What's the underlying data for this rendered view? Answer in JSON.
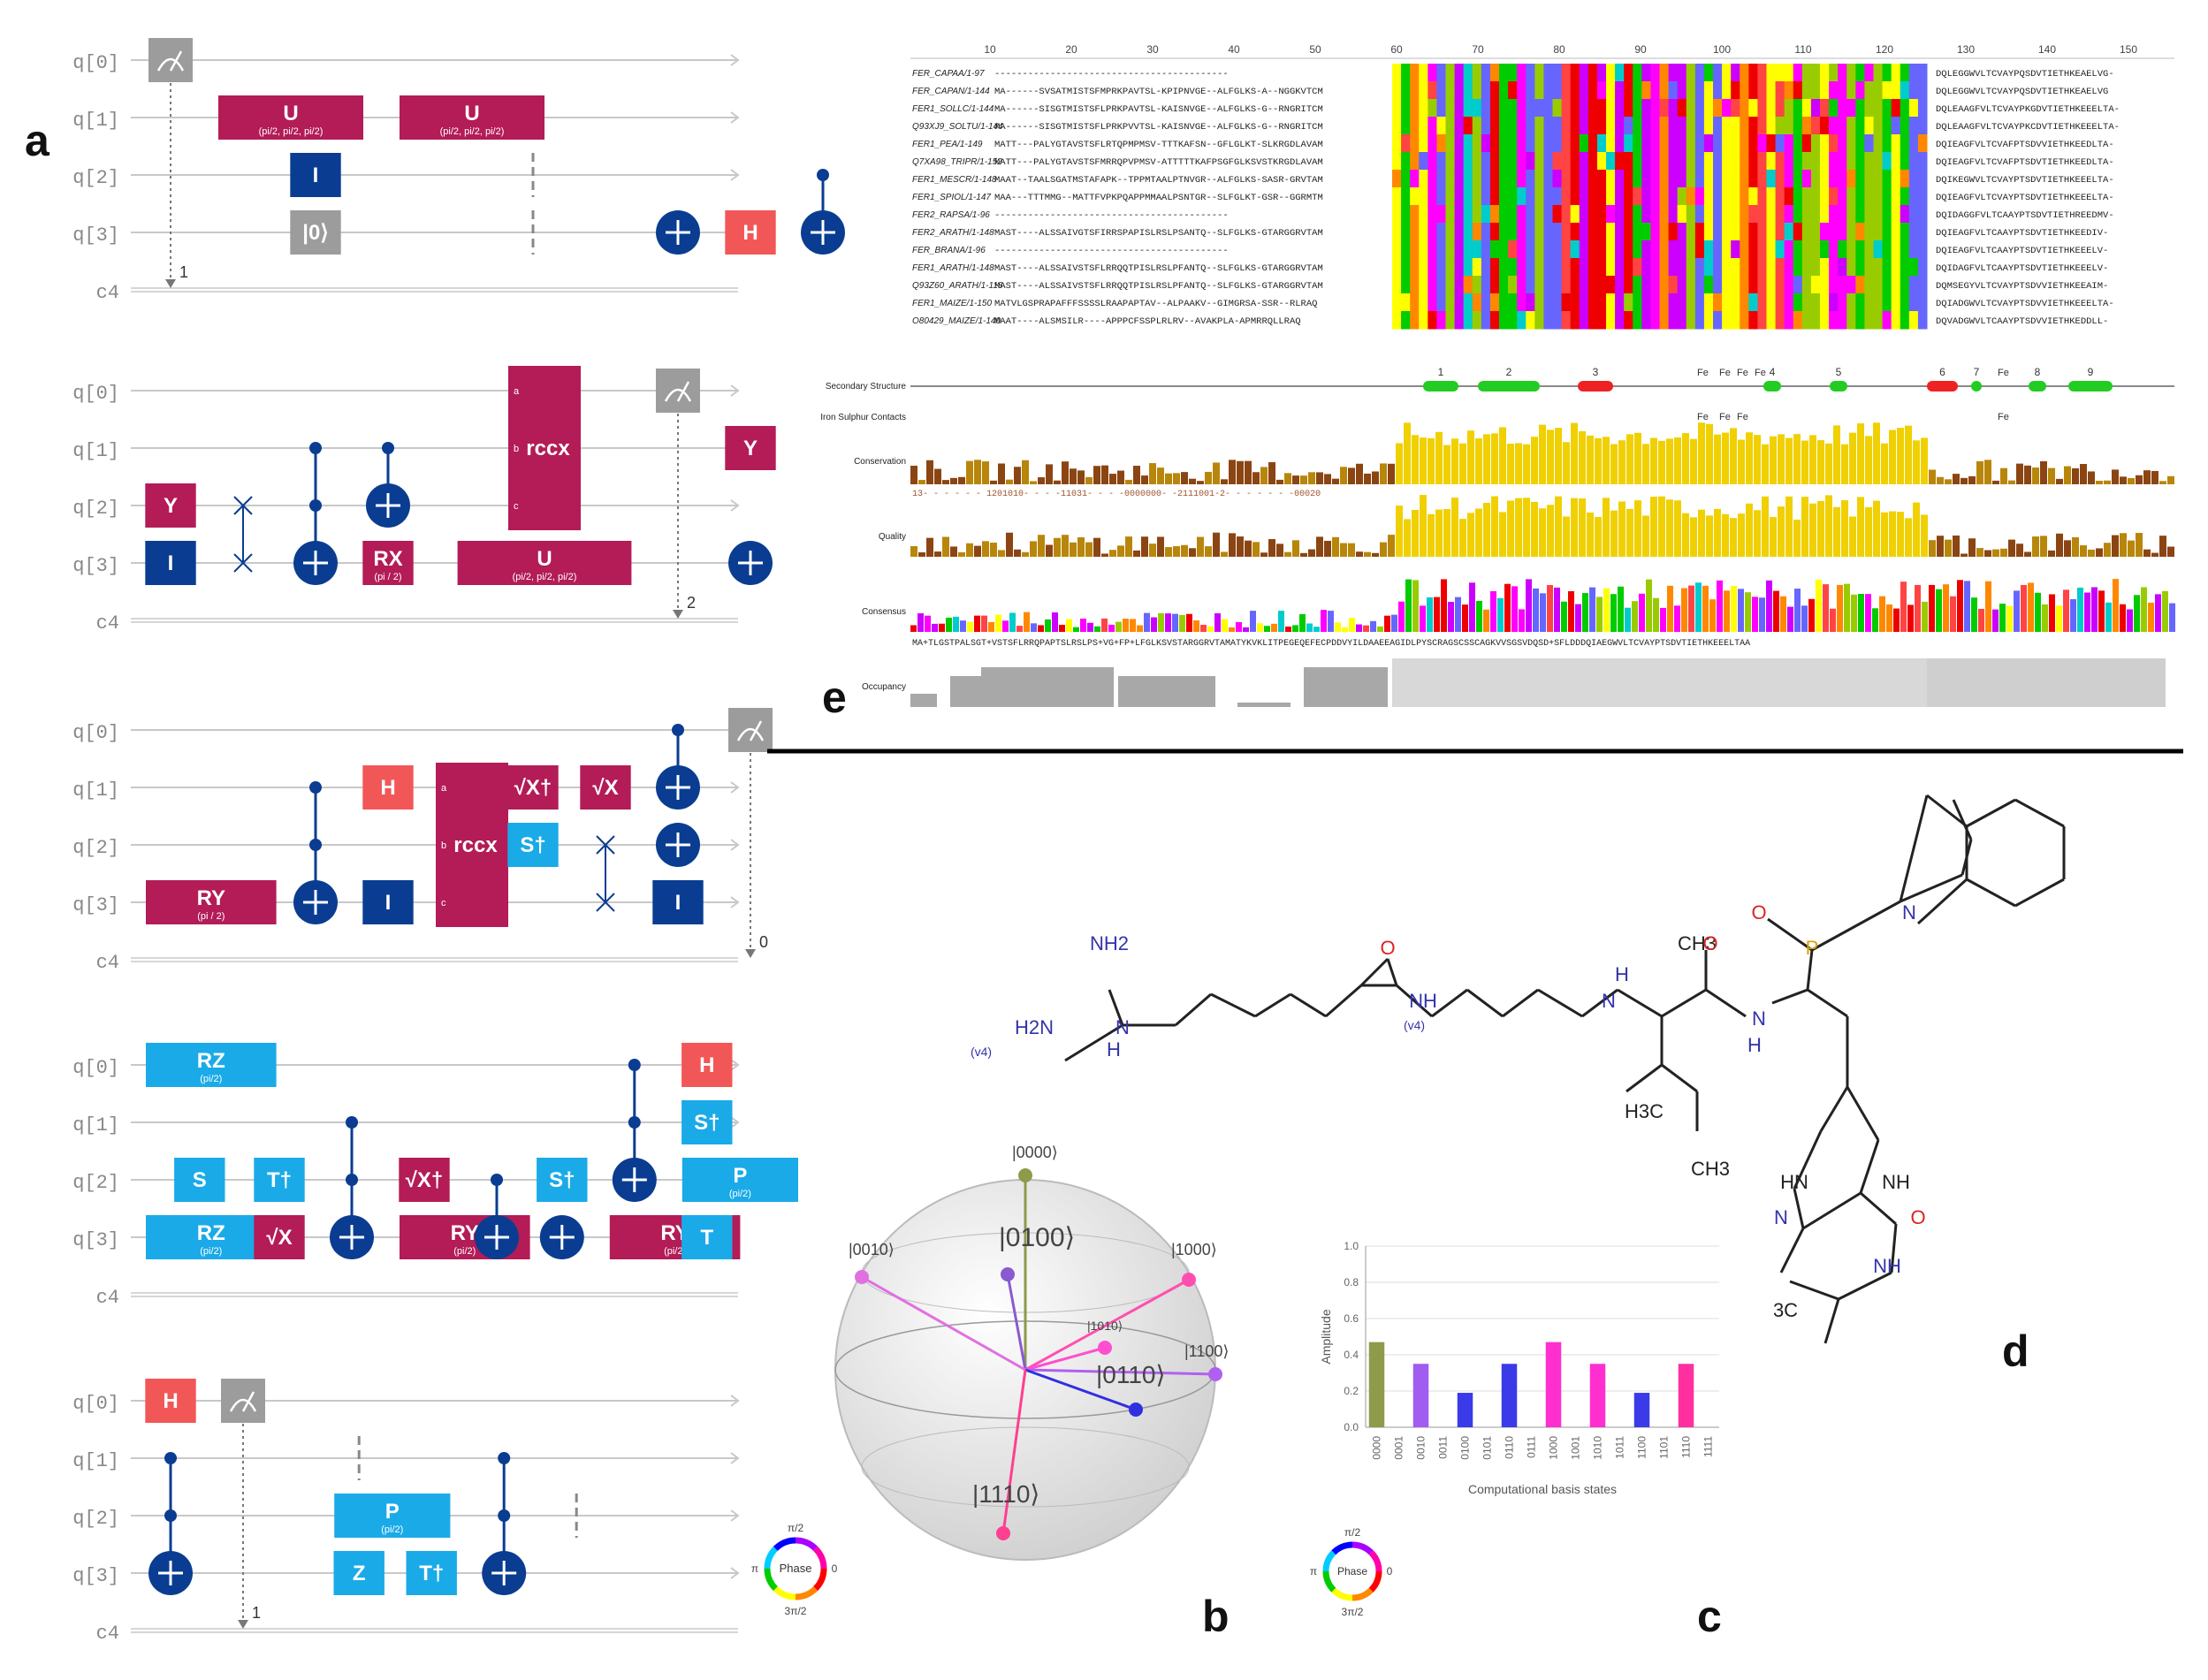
{
  "panel_labels": {
    "a": "a",
    "b": "b",
    "c": "c",
    "d": "d",
    "e": "e"
  },
  "colors": {
    "magenta": "#b31c56",
    "navy": "#0a3d91",
    "cyan": "#1aaae8",
    "hred": "#f25757",
    "gray": "#9c9c9c",
    "wire": "#c8c8c8",
    "yellow": "#f5d400",
    "brown": "#8b4513"
  },
  "circuits": [
    {
      "qubits": [
        "q[0]",
        "q[1]",
        "q[2]",
        "q[3]"
      ],
      "classical": "c4",
      "gates": [
        {
          "type": "measure",
          "q": 0,
          "col": 0,
          "cbit": "1"
        },
        {
          "type": "box",
          "q": 1,
          "col": 1,
          "w": 2,
          "label": "U",
          "param": "(pi/2, pi/2, pi/2)",
          "color": "magenta"
        },
        {
          "type": "box",
          "q": 1,
          "col": 3.5,
          "w": 2,
          "label": "U",
          "param": "(pi/2, pi/2, pi/2)",
          "color": "magenta"
        },
        {
          "type": "box",
          "q": 2,
          "col": 2,
          "label": "I",
          "color": "navy"
        },
        {
          "type": "box",
          "q": 3,
          "col": 2,
          "label": "|0⟩",
          "color": "gray"
        },
        {
          "type": "barrier",
          "qs": [
            2,
            3
          ],
          "col": 5
        },
        {
          "type": "cx",
          "c": [],
          "t": 3,
          "col": 7
        },
        {
          "type": "box",
          "q": 3,
          "col": 8,
          "label": "H",
          "color": "hred"
        },
        {
          "type": "cx",
          "c": [
            2
          ],
          "t": 3,
          "col": 9
        }
      ]
    },
    {
      "qubits": [
        "q[0]",
        "q[1]",
        "q[2]",
        "q[3]"
      ],
      "classical": "c4",
      "gates": [
        {
          "type": "box",
          "q": 2,
          "col": 0,
          "label": "Y",
          "color": "magenta"
        },
        {
          "type": "box",
          "q": 3,
          "col": 0,
          "label": "I",
          "color": "navy"
        },
        {
          "type": "swap",
          "qs": [
            2,
            3
          ],
          "col": 1
        },
        {
          "type": "cx",
          "c": [
            1,
            2
          ],
          "t": 3,
          "col": 2
        },
        {
          "type": "cx",
          "c": [
            1
          ],
          "t": 2,
          "col": 3
        },
        {
          "type": "box",
          "q": 3,
          "col": 3,
          "label": "RX",
          "param": "(pi / 2)",
          "color": "magenta"
        },
        {
          "type": "multi",
          "q0": 0,
          "q1": 2,
          "col": 5,
          "label": "rccx",
          "pins": [
            "a",
            "b",
            "c"
          ],
          "color": "magenta"
        },
        {
          "type": "box",
          "q": 3,
          "col": 4.3,
          "w": 2.4,
          "label": "U",
          "param": "(pi/2, pi/2, pi/2)",
          "color": "magenta"
        },
        {
          "type": "measure",
          "q": 0,
          "col": 7,
          "cbit": "2"
        },
        {
          "type": "box",
          "q": 1,
          "col": 8,
          "label": "Y",
          "color": "magenta"
        },
        {
          "type": "cx",
          "c": [],
          "t": 3,
          "col": 8
        }
      ]
    },
    {
      "qubits": [
        "q[0]",
        "q[1]",
        "q[2]",
        "q[3]"
      ],
      "classical": "c4",
      "gates": [
        {
          "type": "box",
          "q": 3,
          "col": 0,
          "w": 1.8,
          "label": "RY",
          "param": "(pi / 2)",
          "color": "magenta"
        },
        {
          "type": "cx",
          "c": [
            1,
            2
          ],
          "t": 3,
          "col": 2
        },
        {
          "type": "box",
          "q": 1,
          "col": 3,
          "label": "H",
          "color": "hred"
        },
        {
          "type": "box",
          "q": 3,
          "col": 3,
          "label": "I",
          "color": "navy"
        },
        {
          "type": "multi",
          "q0": 1,
          "q1": 3,
          "col": 4,
          "label": "rccx",
          "pins": [
            "a",
            "b",
            "c"
          ],
          "color": "magenta"
        },
        {
          "type": "box",
          "q": 1,
          "col": 5,
          "label": "√X†",
          "color": "magenta"
        },
        {
          "type": "box",
          "q": 2,
          "col": 5,
          "label": "S†",
          "color": "cyan"
        },
        {
          "type": "box",
          "q": 1,
          "col": 6,
          "label": "√X",
          "color": "magenta"
        },
        {
          "type": "swap",
          "qs": [
            2,
            3
          ],
          "col": 6
        },
        {
          "type": "cx",
          "c": [
            0
          ],
          "t": 1,
          "col": 7
        },
        {
          "type": "cx",
          "c": [],
          "t": 2,
          "col": 7
        },
        {
          "type": "box",
          "q": 3,
          "col": 7,
          "label": "I",
          "color": "navy"
        },
        {
          "type": "measure",
          "q": 0,
          "col": 8,
          "cbit": "0"
        }
      ]
    },
    {
      "qubits": [
        "q[0]",
        "q[1]",
        "q[2]",
        "q[3]"
      ],
      "classical": "c4",
      "gates": [
        {
          "type": "box",
          "q": 0,
          "col": 0,
          "w": 1.8,
          "label": "RZ",
          "param": "(pi/2)",
          "color": "cyan"
        },
        {
          "type": "box",
          "q": 2,
          "col": 0.4,
          "label": "S",
          "color": "cyan"
        },
        {
          "type": "box",
          "q": 3,
          "col": 0,
          "w": 1.8,
          "label": "RZ",
          "param": "(pi/2)",
          "color": "cyan"
        },
        {
          "type": "box",
          "q": 2,
          "col": 1.5,
          "label": "T†",
          "color": "cyan"
        },
        {
          "type": "box",
          "q": 3,
          "col": 1.5,
          "label": "√X",
          "color": "magenta"
        },
        {
          "type": "cx",
          "c": [
            1,
            2
          ],
          "t": 3,
          "col": 2.5
        },
        {
          "type": "box",
          "q": 2,
          "col": 3.5,
          "label": "√X†",
          "color": "magenta"
        },
        {
          "type": "box",
          "q": 3,
          "col": 3.5,
          "w": 1.8,
          "label": "RY",
          "param": "(pi/2)",
          "color": "magenta"
        },
        {
          "type": "cx",
          "c": [
            2
          ],
          "t": 3,
          "col": 4.5
        },
        {
          "type": "box",
          "q": 2,
          "col": 5.4,
          "label": "S†",
          "color": "cyan"
        },
        {
          "type": "cx",
          "c": [],
          "t": 3,
          "col": 5.4
        },
        {
          "type": "cx",
          "c": [
            0,
            1
          ],
          "t": 2,
          "col": 6.4
        },
        {
          "type": "box",
          "q": 3,
          "col": 6.4,
          "w": 1.8,
          "label": "RY",
          "param": "(pi/2)",
          "color": "magenta"
        },
        {
          "type": "box",
          "q": 0,
          "col": 7.4,
          "label": "H",
          "color": "hred"
        },
        {
          "type": "box",
          "q": 1,
          "col": 7.4,
          "label": "S†",
          "color": "cyan"
        },
        {
          "type": "box",
          "q": 2,
          "col": 7.4,
          "w": 1.6,
          "label": "P",
          "param": "(pi/2)",
          "color": "cyan"
        },
        {
          "type": "box",
          "q": 3,
          "col": 7.4,
          "label": "T",
          "color": "cyan"
        }
      ]
    },
    {
      "qubits": [
        "q[0]",
        "q[1]",
        "q[2]",
        "q[3]"
      ],
      "classical": "c4",
      "gates": [
        {
          "type": "box",
          "q": 0,
          "col": 0,
          "label": "H",
          "color": "hred"
        },
        {
          "type": "measure",
          "q": 0,
          "col": 1,
          "cbit": "1"
        },
        {
          "type": "cx",
          "c": [
            1,
            2
          ],
          "t": 3,
          "col": 0
        },
        {
          "type": "barrier",
          "qs": [
            1
          ],
          "col": 2.6
        },
        {
          "type": "box",
          "q": 2,
          "col": 2.6,
          "w": 1.6,
          "label": "P",
          "param": "(pi/2)",
          "color": "cyan"
        },
        {
          "type": "box",
          "q": 3,
          "col": 2.6,
          "label": "Z",
          "color": "cyan"
        },
        {
          "type": "box",
          "q": 3,
          "col": 3.6,
          "label": "T†",
          "color": "cyan"
        },
        {
          "type": "cx",
          "c": [
            1,
            2
          ],
          "t": 3,
          "col": 4.6
        },
        {
          "type": "barrier",
          "qs": [
            2
          ],
          "col": 5.6
        }
      ]
    }
  ],
  "alignment": {
    "ruler": [
      "10",
      "20",
      "30",
      "40",
      "50",
      "60",
      "70",
      "80",
      "90",
      "100",
      "110",
      "120",
      "130",
      "140",
      "150"
    ],
    "names": [
      "FER_CAPAA/1-97",
      "FER_CAPAN/1-144",
      "FER1_SOLLC/1-144",
      "Q93XJ9_SOLTU/1-144",
      "FER1_PEA/1-149",
      "Q7XA98_TRIPR/1-152",
      "FER1_MESCR/1-148",
      "FER1_SPIOL/1-147",
      "FER2_RAPSA/1-96",
      "FER2_ARATH/1-148",
      "FER_BRANA/1-96",
      "FER1_ARATH/1-148",
      "Q93Z60_ARATH/1-118",
      "FER1_MAIZE/1-150",
      "O80429_MAIZE/1-140"
    ],
    "left_seqs": [
      "------------------------------------------",
      "MA------SVSATMISTSFMPRKPAVTSL-KPIPNVGE--ALFGLKS-A--NGGKVTCM",
      "MA------SISGTMISTSFLPRKPAVTSL-KAISNVGE--ALFGLKS-G--RNGRITCM",
      "MA------SISGTMISTSFLPRKPVVTSL-KAISNVGE--ALFGLKS-G--RNGRITCM",
      "MATT---PALYGTAVSTSFLRTQPMPMSV-TTTKAFSN--GFLGLKT-SLKRGDLAVAM",
      "MATT---PALYGTAVSTSFMRRQPVPMSV-ATTTTTKAFPSGFGLKSVSTKRGDLAVAM",
      "MAAT--TAALSGATMSTAFAPK--TPPMTAALPTNVGR--ALFGLKS-SASR-GRVTAM",
      "MAA---TTTMMG--MATTFVPKPQAPPMMAALPSNTGR--SLFGLKT-GSR--GGRMTM",
      "------------------------------------------",
      "MAST----ALSSAIVGTSFIRRSPAPISLRSLPSANTQ--SLFGLKS-GTARGGRVTAM",
      "------------------------------------------",
      "MAST----ALSSAIVSTSFLRRQQTPISLRSLPFANTQ--SLFGLKS-GTARGGRVTAM",
      "MAST----ALSSAIVSTSFLRRQQTPISLRSLPFANTQ--SLFGLKS-GTARGGRVTAM",
      "MATVLGSPRAPAFFFSSSSLRAAPAPTAV--ALPAAKV--GIMGRSA-SSR--RLRAQ",
      "MAAT----ALSMSILR----APPPCFSSPLRLRV--AVAKPLA-APMRRQLLRAQ"
    ],
    "right_seqs": [
      "DQLEGGWVLTCVAYPQSDVTIETHKEAELVG-",
      "DQLEGGWVLTCVAYPQSDVTIETHKEAELVG",
      "DQLEAAGFVLTCVAYPKGDVTIETHKEEELTA-",
      "DQLEAAGFVLTCVAYPKCDVTIETHKEEELTA-",
      "DQIEAGFVLTCVAFPTSDVVIETHKEEDLTA-",
      "DQIEAGFVLTCVAFPTSDVTIETHKEEDLTA-",
      "DQIKEGWVLTCVAYPTSDVTIETHKEEELTA-",
      "DQIEAGFVLTCVAYPTSDVTIETHKEEELTA-",
      "DQIDAGGFVLTCAAYPTSDVTIETHREEDMV-",
      "DQIEAGFVLTCAAYPTSDVTIETHKEEDIV-",
      "DQIEAGFVLTCAAYPTSDVTIETHKEEELV-",
      "DQIDAGFVLTCAAYPTSDVTIETHKEEELV-",
      "DQMSEGYVLTCVAYPTSDVVIETHKEEAIM-",
      "DQIADGWVLTCVAYPTSDVVIETHKEEELTA-",
      "DQVADGWVLTCAAYPTSDVVIETHKEDDLL-"
    ],
    "track_labels": [
      "Secondary Structure",
      "Iron Sulphur Contacts",
      "Conservation",
      "Quality",
      "Consensus",
      "Occupancy"
    ],
    "ss_numbers": [
      "1",
      "2",
      "3",
      "4",
      "5",
      "6",
      "7",
      "8",
      "9"
    ],
    "fe_label": "Fe",
    "conservation_digits": "13- - - - - - 1201010- - - -11031- - - -0000000- -2111001-2- - - - - - -00020",
    "consensus_seq": "MA+TLGSTPALSGT+VSTSFLRRQPAPTSLRSLPS+VG+FP+LFGLKSVSTARGGRVTAMATYKVKLITPEGEQEFECPDDVYILDAAEEAGIDLPYSCRAGSCSSCAGKVVSGSVDQSD+SFLDDDQIAEGWVLTCVAYPTSDVTIETHKEEELTAA"
  },
  "molecule": {
    "atoms": [
      "NH2",
      "H2N",
      "(v4)",
      "N",
      "H",
      "O",
      "NH",
      "(v4)",
      "CH3",
      "H",
      "N",
      "O",
      "N",
      "H",
      "P",
      "O",
      "N",
      "H3C",
      "CH3",
      "HN",
      "NH",
      "N",
      "O",
      "NH",
      "3C"
    ]
  },
  "bloch": {
    "states": [
      "|0000⟩",
      "|0100⟩",
      "|0010⟩",
      "|1000⟩",
      "|1010⟩",
      "|1100⟩",
      "|0110⟩",
      "|1110⟩"
    ],
    "phase_top": "π/2",
    "phase_left": "π",
    "phase_right": "0",
    "phase_bottom": "3π/2",
    "phase_center": "Phase"
  },
  "chart_data": {
    "type": "bar",
    "categories": [
      "0000",
      "0001",
      "0010",
      "0011",
      "0100",
      "0101",
      "0110",
      "0111",
      "1000",
      "1001",
      "1010",
      "1011",
      "1100",
      "1101",
      "1110",
      "1111"
    ],
    "values": [
      0.47,
      0,
      0.35,
      0,
      0.19,
      0,
      0.35,
      0,
      0.47,
      0,
      0.35,
      0,
      0.19,
      0,
      0.35,
      0
    ],
    "colors": [
      "#8f9a4a",
      "#8f9a4a",
      "#a15cf0",
      "#a15cf0",
      "#3a3ae8",
      "#3a3ae8",
      "#3a3ae8",
      "#3a3ae8",
      "#ff2fcf",
      "#ff2fcf",
      "#ff2fcf",
      "#ff2fcf",
      "#3a3ae8",
      "#3a3ae8",
      "#ff2fa0",
      "#ff2fa0"
    ],
    "ylim": [
      0,
      1.0
    ],
    "yticks": [
      "0.0",
      "0.2",
      "0.4",
      "0.6",
      "0.8",
      "1.0"
    ],
    "ylabel": "Amplitude",
    "xlabel": "Computational basis states",
    "grid": true
  }
}
